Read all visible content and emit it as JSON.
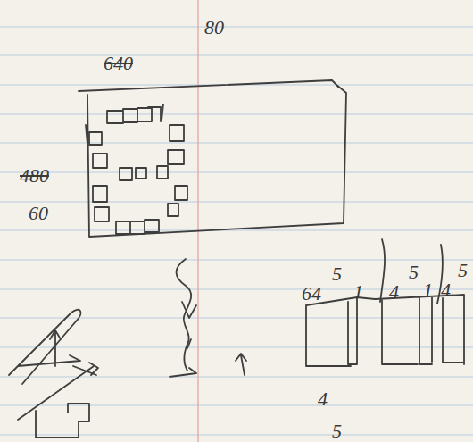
{
  "diagram": {
    "labels": [
      "80",
      "640",
      "480",
      "60",
      "5",
      "5",
      "5",
      "64",
      "1",
      "4",
      "1",
      "4",
      "4",
      "5"
    ]
  }
}
